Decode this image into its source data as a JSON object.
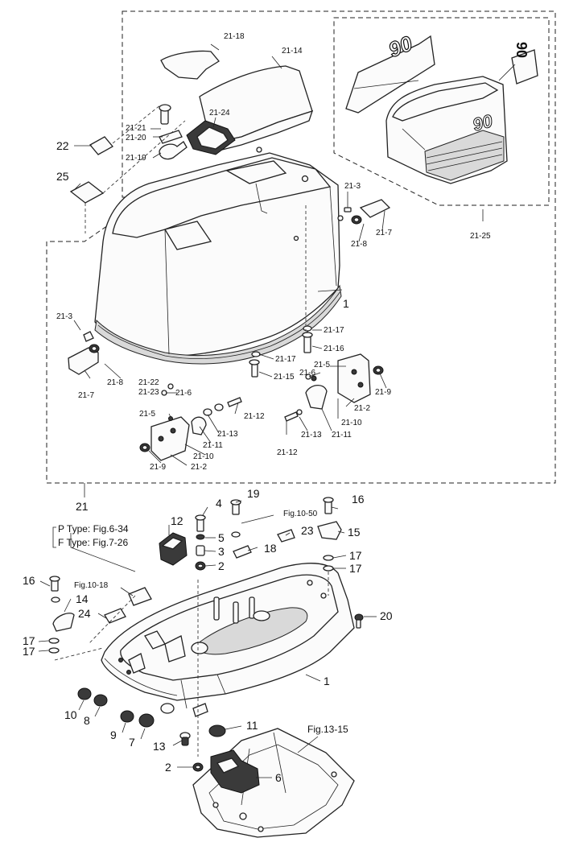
{
  "callouts": {
    "c21_18": "21-18",
    "c21_14": "21-14",
    "c21_24": "21-24",
    "c21_21": "21-21",
    "c21_20": "21-20",
    "c21_19": "21-19",
    "c22": "22",
    "c25": "25",
    "c21_3a": "21-3",
    "c21_8a": "21-8",
    "c21_7a": "21-7",
    "c21_25": "21-25",
    "c1a": "1",
    "c21_3b": "21-3",
    "c21_8b": "21-8",
    "c21_7b": "21-7",
    "c21_17a": "21-17",
    "c21_16": "21-16",
    "c21_17b": "21-17",
    "c21_15": "21-15",
    "c21_5a": "21-5",
    "c21_6a": "21-6",
    "c21_9a": "21-9",
    "c21_2a": "21-2",
    "c21_22": "21-22",
    "c21_23": "21-23",
    "c21_6b": "21-6",
    "c21_5b": "21-5",
    "c21_12a": "21-12",
    "c21_13a": "21-13",
    "c21_11a": "21-11",
    "c21_10a": "21-10",
    "c21_9b": "21-9",
    "c21_2b": "21-2",
    "c21_10b": "21-10",
    "c21_11b": "21-11",
    "c21_13b": "21-13",
    "c21_12b": "21-12",
    "c21": "21",
    "c19": "19",
    "c16a": "16",
    "c12": "12",
    "c4": "4",
    "c5": "5",
    "c3": "3",
    "c2a": "2",
    "c18": "18",
    "c23": "23",
    "c15": "15",
    "c17a": "17",
    "c17b": "17",
    "c16b": "16",
    "c14": "14",
    "c24": "24",
    "c17c": "17",
    "c17d": "17",
    "c20": "20",
    "c1b": "1",
    "c10": "10",
    "c8": "8",
    "c9": "9",
    "c7": "7",
    "c11": "11",
    "c13": "13",
    "c2b": "2",
    "c6": "6"
  },
  "references": {
    "fig10_50": "Fig.10-50",
    "fig10_18": "Fig.10-18",
    "fig13_15": "Fig.13-15",
    "p_type": "P Type: Fig.6-34",
    "f_type": "F Type: Fig.7-26"
  },
  "decal": {
    "model_text": "90"
  }
}
